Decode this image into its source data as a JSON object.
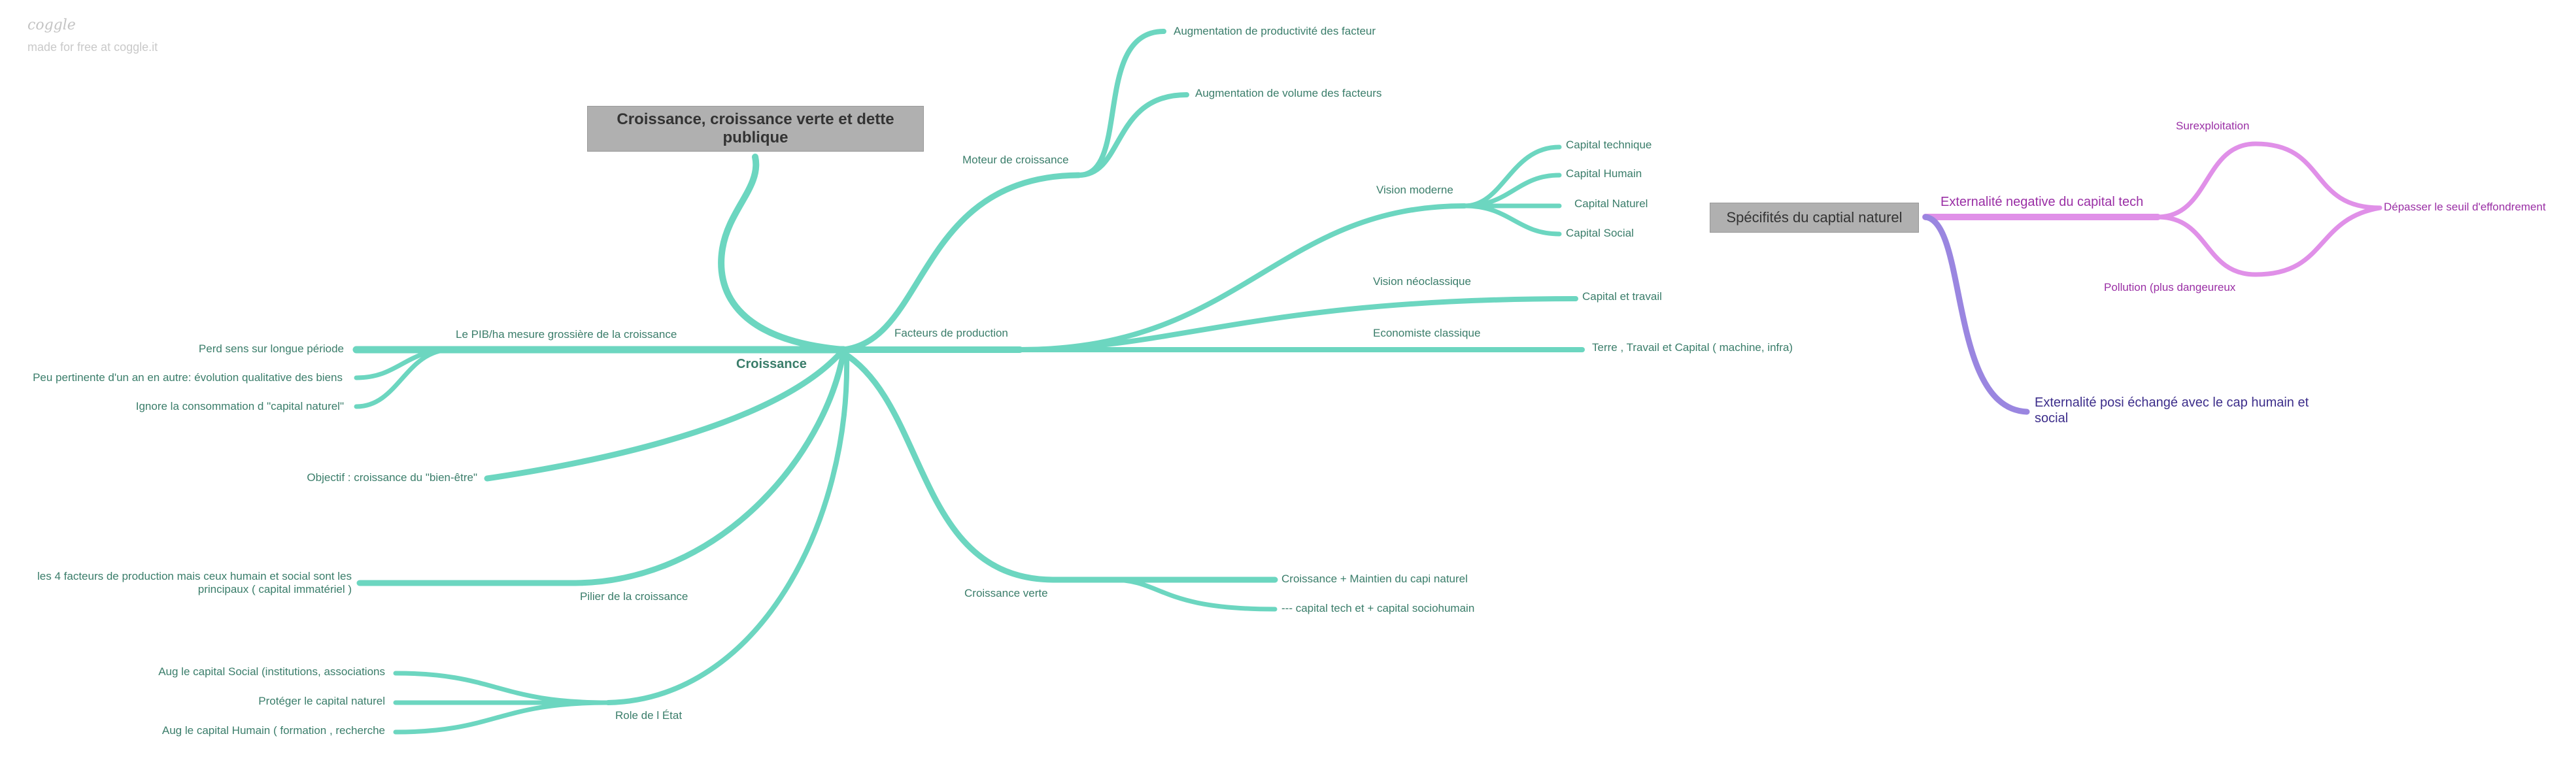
{
  "brand": {
    "logo": "coggle",
    "tagline": "made for free at coggle.it"
  },
  "colors": {
    "branch": "#6cd6c0",
    "pink": "#e090e8",
    "violet": "#9a86e0",
    "box": "#b0b0b0"
  },
  "title_box": {
    "text": "Croissance, croissance verte et dette publique"
  },
  "center": {
    "text": "Croissance"
  },
  "moteur": {
    "label": "Moteur de croissance",
    "items": [
      "Augmentation de productivité des facteur",
      "Augmentation de volume des facteurs"
    ]
  },
  "facteurs": {
    "label": "Facteurs de production"
  },
  "vision_moderne": {
    "label": "Vision moderne",
    "items": [
      "Capital technique",
      "Capital Humain",
      "Capital Naturel",
      "Capital Social"
    ]
  },
  "vision_neo": {
    "label": "Vision néoclassique",
    "item": "Capital et travail"
  },
  "eco_classique": {
    "label": "Economiste classique",
    "item": "Terre , Travail et Capital ( machine, infra)"
  },
  "pib": {
    "label": "Le PIB/ha mesure grossière de la croissance",
    "items": [
      "Perd sens sur longue période",
      "Peu pertinente d'un an en autre: évolution qualitative des biens",
      "Ignore la consommation d \"capital naturel\""
    ]
  },
  "objectif": {
    "label": "Objectif : croissance du \"bien-être\""
  },
  "pilier": {
    "label": "Pilier de la croissance",
    "item_line1": "les 4 facteurs de production mais ceux humain et social sont les",
    "item_line2": "principaux ( capital immatériel )"
  },
  "role": {
    "label": "Role de l État",
    "items": [
      "Aug le capital Social (institutions, associations",
      "Protéger le capital naturel",
      "Aug le capital Humain ( formation , recherche"
    ]
  },
  "verte": {
    "label": "Croissance verte",
    "items": [
      "Croissance + Maintien du capi naturel",
      "--- capital tech et + capital sociohumain"
    ]
  },
  "specificites": {
    "box": "Spécifités du captial naturel",
    "externalite_neg": "Externalité negative du capital tech",
    "surexploitation": "Surexploitation",
    "pollution": "Pollution (plus dangeureux",
    "depasser": "Dépasser le seuil d'effondrement",
    "externalite_pos_line1": "Externalité posi échangé avec le cap humain et",
    "externalite_pos_line2": "social"
  }
}
